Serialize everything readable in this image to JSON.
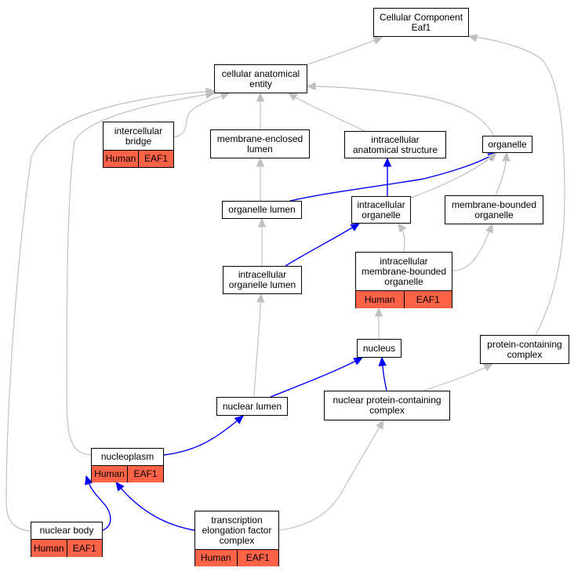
{
  "colors": {
    "gray_edge": "#c0c0c0",
    "blue_edge": "#0000ff",
    "annotated_fill": "#ff6347"
  },
  "nodes": {
    "cellular_component": {
      "label": "Cellular Component\nEaf1"
    },
    "cellular_anatomical_entity": {
      "label": "cellular anatomical\nentity"
    },
    "intercellular_bridge": {
      "label": "intercellular\nbridge",
      "species": "Human",
      "gene": "EAF1"
    },
    "membrane_enclosed_lumen": {
      "label": "membrane-enclosed\nlumen"
    },
    "intracellular_anatomical_structure": {
      "label": "intracellular\nanatomical structure"
    },
    "organelle": {
      "label": "organelle"
    },
    "organelle_lumen": {
      "label": "organelle lumen"
    },
    "intracellular_organelle": {
      "label": "intracellular\norganelle"
    },
    "membrane_bounded_organelle": {
      "label": "membrane-bounded\norganelle"
    },
    "intracellular_organelle_lumen": {
      "label": "intracellular\norganelle lumen"
    },
    "intracellular_membrane_bounded_organelle": {
      "label": "intracellular\nmembrane-bounded\norganelle",
      "species": "Human",
      "gene": "EAF1"
    },
    "nucleus": {
      "label": "nucleus"
    },
    "protein_containing_complex": {
      "label": "protein-containing\ncomplex"
    },
    "nuclear_lumen": {
      "label": "nuclear lumen"
    },
    "nuclear_protein_containing_complex": {
      "label": "nuclear protein-containing\ncomplex"
    },
    "nucleoplasm": {
      "label": "nucleoplasm",
      "species": "Human",
      "gene": "EAF1"
    },
    "nuclear_body": {
      "label": "nuclear body",
      "species": "Human",
      "gene": "EAF1"
    },
    "transcription_elongation_factor_complex": {
      "label": "transcription\nelongation factor\ncomplex",
      "species": "Human",
      "gene": "EAF1"
    }
  }
}
